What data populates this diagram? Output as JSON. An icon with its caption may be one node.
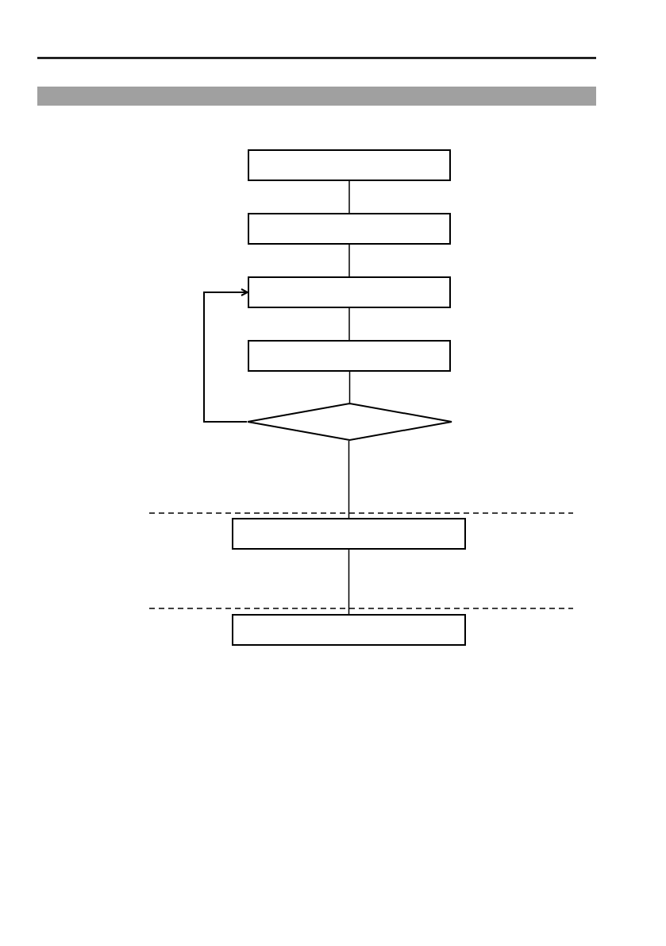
{
  "diagram": {
    "nodes": [
      {
        "text": [],
        "shape": "bar"
      },
      {
        "text": [],
        "shape": "box"
      },
      {
        "text": [],
        "shape": "box"
      },
      {
        "text": [],
        "shape": "box"
      },
      {
        "text": [],
        "shape": "box"
      },
      {
        "text": [],
        "shape": "diamond"
      },
      {
        "text": [],
        "shape": "box"
      },
      {
        "text": [],
        "shape": "box"
      }
    ],
    "edges": [
      {
        "from": 1,
        "to": 2,
        "arrow": "none"
      },
      {
        "from": 2,
        "to": 3,
        "arrow": "none"
      },
      {
        "from": 3,
        "to": 4,
        "arrow": "none"
      },
      {
        "from": 4,
        "to": 5,
        "arrow": "none"
      },
      {
        "from": 5,
        "to": 3,
        "arrow": "to"
      },
      {
        "from": 5,
        "to": 6,
        "arrow": "none"
      },
      {
        "from": 6,
        "to": 7,
        "arrow": "none"
      }
    ]
  }
}
